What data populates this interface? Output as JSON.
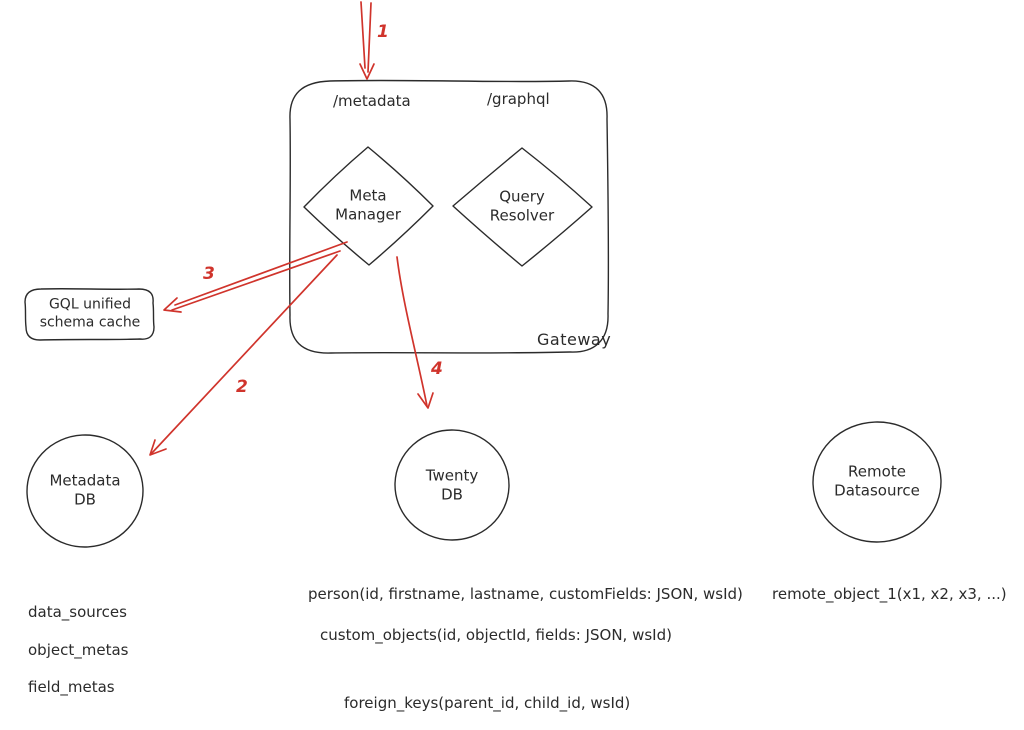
{
  "diagram": {
    "gateway": {
      "label": "Gateway",
      "endpoint_metadata": "/metadata",
      "endpoint_graphql": "/graphql",
      "meta_manager": "Meta\nManager",
      "query_resolver": "Query\nResolver"
    },
    "cache": {
      "label": "GQL unified\nschema cache"
    },
    "databases": {
      "metadata_db": "Metadata\nDB",
      "twenty_db": "Twenty\nDB",
      "remote_datasource": "Remote\nDatasource"
    },
    "flow_numbers": [
      "1",
      "2",
      "3",
      "4"
    ],
    "tables": {
      "metadata_db": [
        "data_sources",
        "object_metas",
        "field_metas"
      ],
      "twenty_db": [
        "person(id, firstname, lastname, customFields: JSON, wsId)",
        "custom_objects(id, objectId, fields: JSON, wsId)",
        "foreign_keys(parent_id, child_id, wsId)"
      ],
      "remote_datasource": [
        "remote_object_1(x1, x2, x3, ...)"
      ]
    },
    "colors": {
      "ink": "#2b2b2b",
      "arrow_red": "#d0342c",
      "background": "#ffffff"
    }
  }
}
